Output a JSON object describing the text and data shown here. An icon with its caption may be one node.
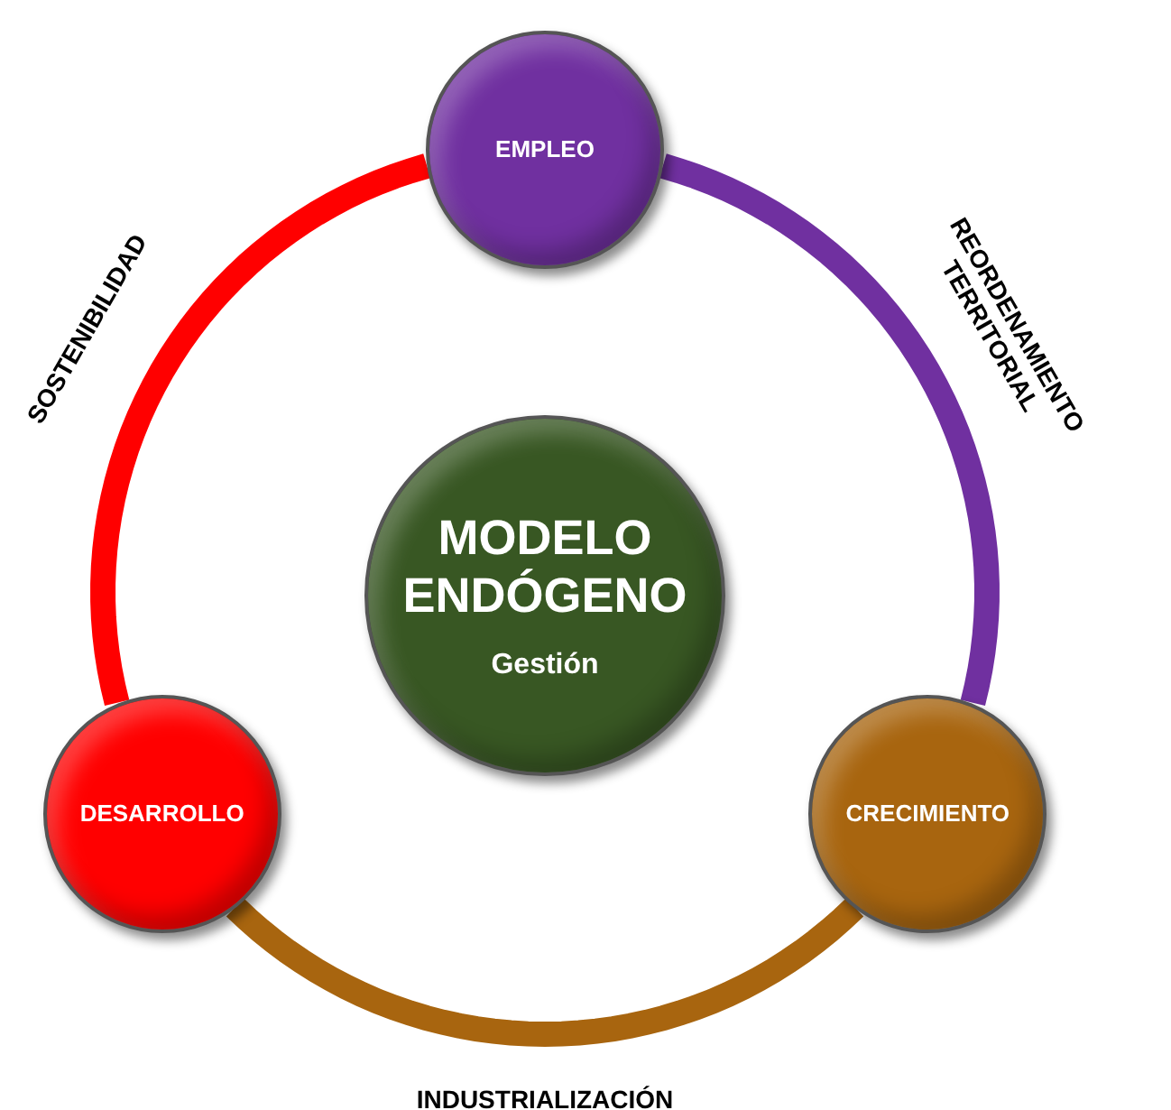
{
  "diagram": {
    "nodes": [
      {
        "text": [
          "EMPLEO"
        ]
      },
      {
        "text": [
          "MODELO ENDÓGENO",
          "Gestión"
        ]
      },
      {
        "text": [
          "DESARROLLO"
        ]
      },
      {
        "text": [
          "CRECIMIENTO"
        ]
      }
    ],
    "edges": [
      {
        "from": 0,
        "to": 3,
        "arrow": "none",
        "label": "REORDENAMIENTO TERRITORIAL",
        "color": "#7030a0"
      },
      {
        "from": 3,
        "to": 2,
        "arrow": "none",
        "label": "INDUSTRIALIZACIÓN",
        "color": "#a8650f"
      },
      {
        "from": 2,
        "to": 0,
        "arrow": "none",
        "label": "SOSTENIBILIDAD",
        "color": "#ff0000"
      }
    ]
  }
}
